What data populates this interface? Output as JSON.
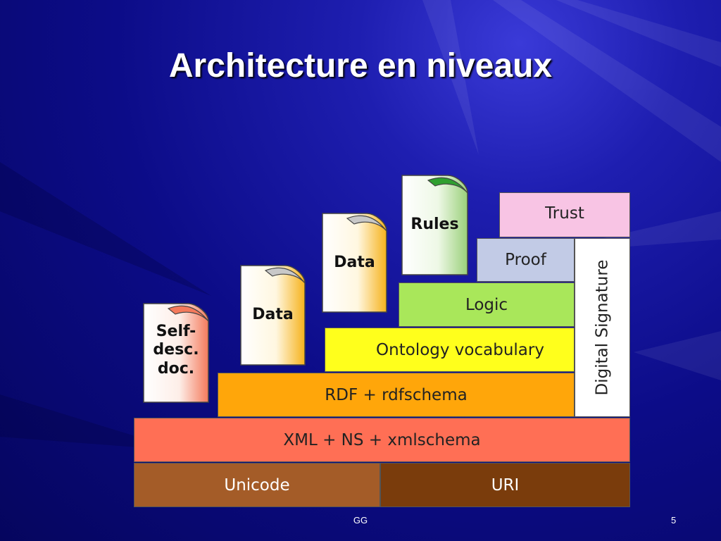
{
  "title": "Architecture en niveaux",
  "layers": {
    "trust": "Trust",
    "proof": "Proof",
    "logic": "Logic",
    "ontology": "Ontology vocabulary",
    "rdf": "RDF + rdfschema",
    "xml": "XML + NS + xmlschema",
    "unicode": "Unicode",
    "uri": "URI",
    "digital_signature": "Digital Signature"
  },
  "documents": {
    "self_desc": [
      "Self-",
      "desc.",
      "doc."
    ],
    "data_1": "Data",
    "data_2": "Data",
    "rules": "Rules"
  },
  "colors": {
    "trust": "#f8c4e4",
    "proof": "#c2cbe6",
    "logic": "#a9e75a",
    "ontology": "#ffff1c",
    "rdf": "#ffa60a",
    "xml": "#ff6f55",
    "unicode": "#a45c28",
    "uri": "#7a3c0c",
    "digital_signature": "#ffffff",
    "self_desc_fold": "#f47a5c",
    "data_fold": "#f6b21c",
    "rules_fold": "#2f9f2f"
  },
  "footer": {
    "center": "GG",
    "page_number": "5"
  }
}
